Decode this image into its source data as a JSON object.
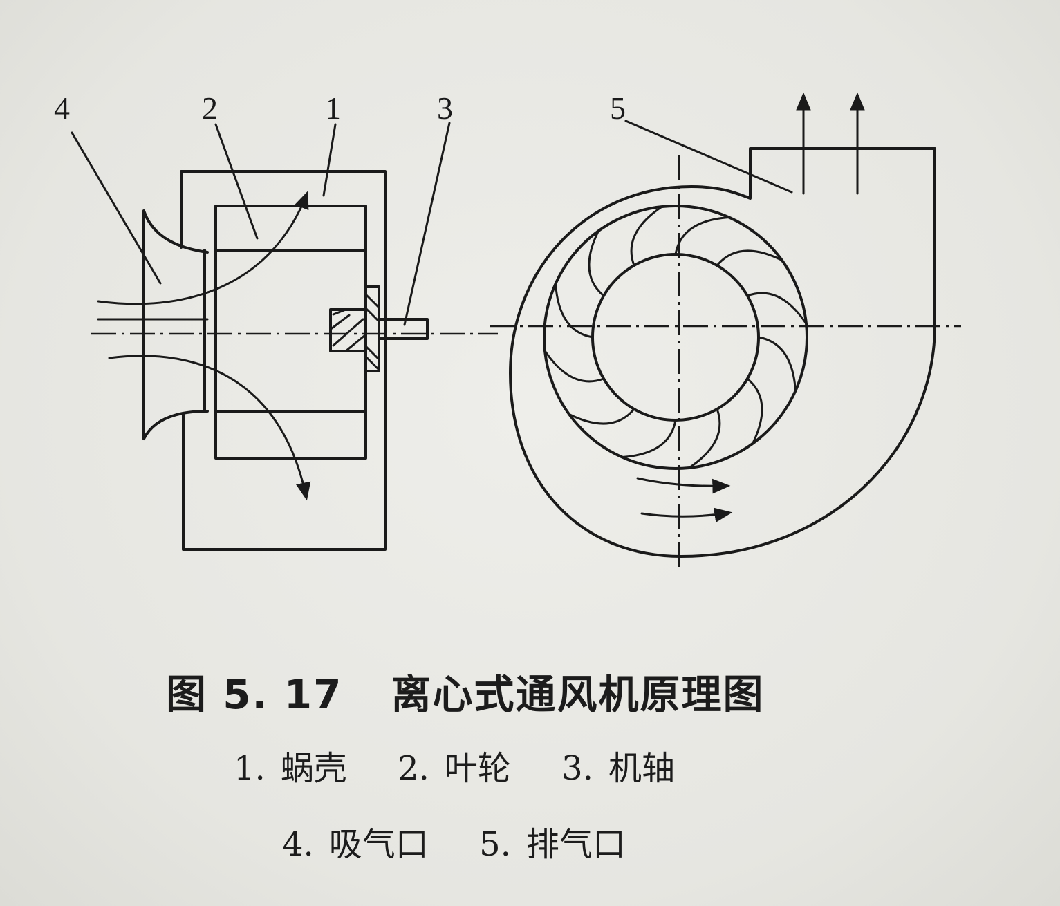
{
  "figure": {
    "callouts": [
      "1",
      "2",
      "3",
      "4",
      "5"
    ],
    "caption_number": "图 5. 17",
    "caption_title": "离心式通风机原理图"
  },
  "legend": {
    "line1": [
      {
        "num": "1.",
        "label": "蜗壳"
      },
      {
        "num": "2.",
        "label": "叶轮"
      },
      {
        "num": "3.",
        "label": "机轴"
      }
    ],
    "line2": [
      {
        "num": "4.",
        "label": "吸气口"
      },
      {
        "num": "5.",
        "label": "排气口"
      }
    ]
  },
  "impeller": {
    "blade_count": 12
  }
}
